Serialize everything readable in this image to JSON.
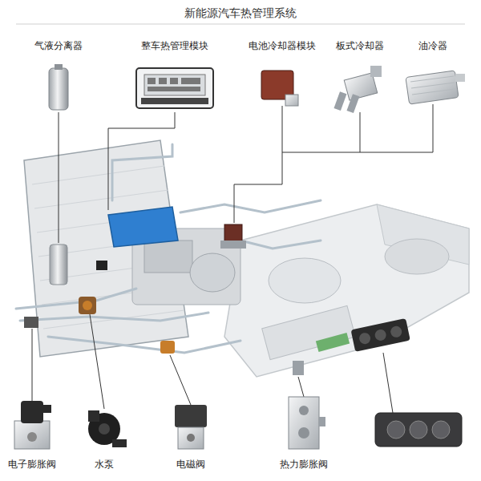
{
  "diagram": {
    "title": "新能源汽车热管理系统",
    "labels": [
      "气液分离器",
      "整车热管理模块",
      "电池冷却器模块",
      "板式冷却器",
      "油冷器",
      "电子膨胀阀",
      "水泵",
      "电磁阀",
      "热力膨胀阀"
    ]
  }
}
